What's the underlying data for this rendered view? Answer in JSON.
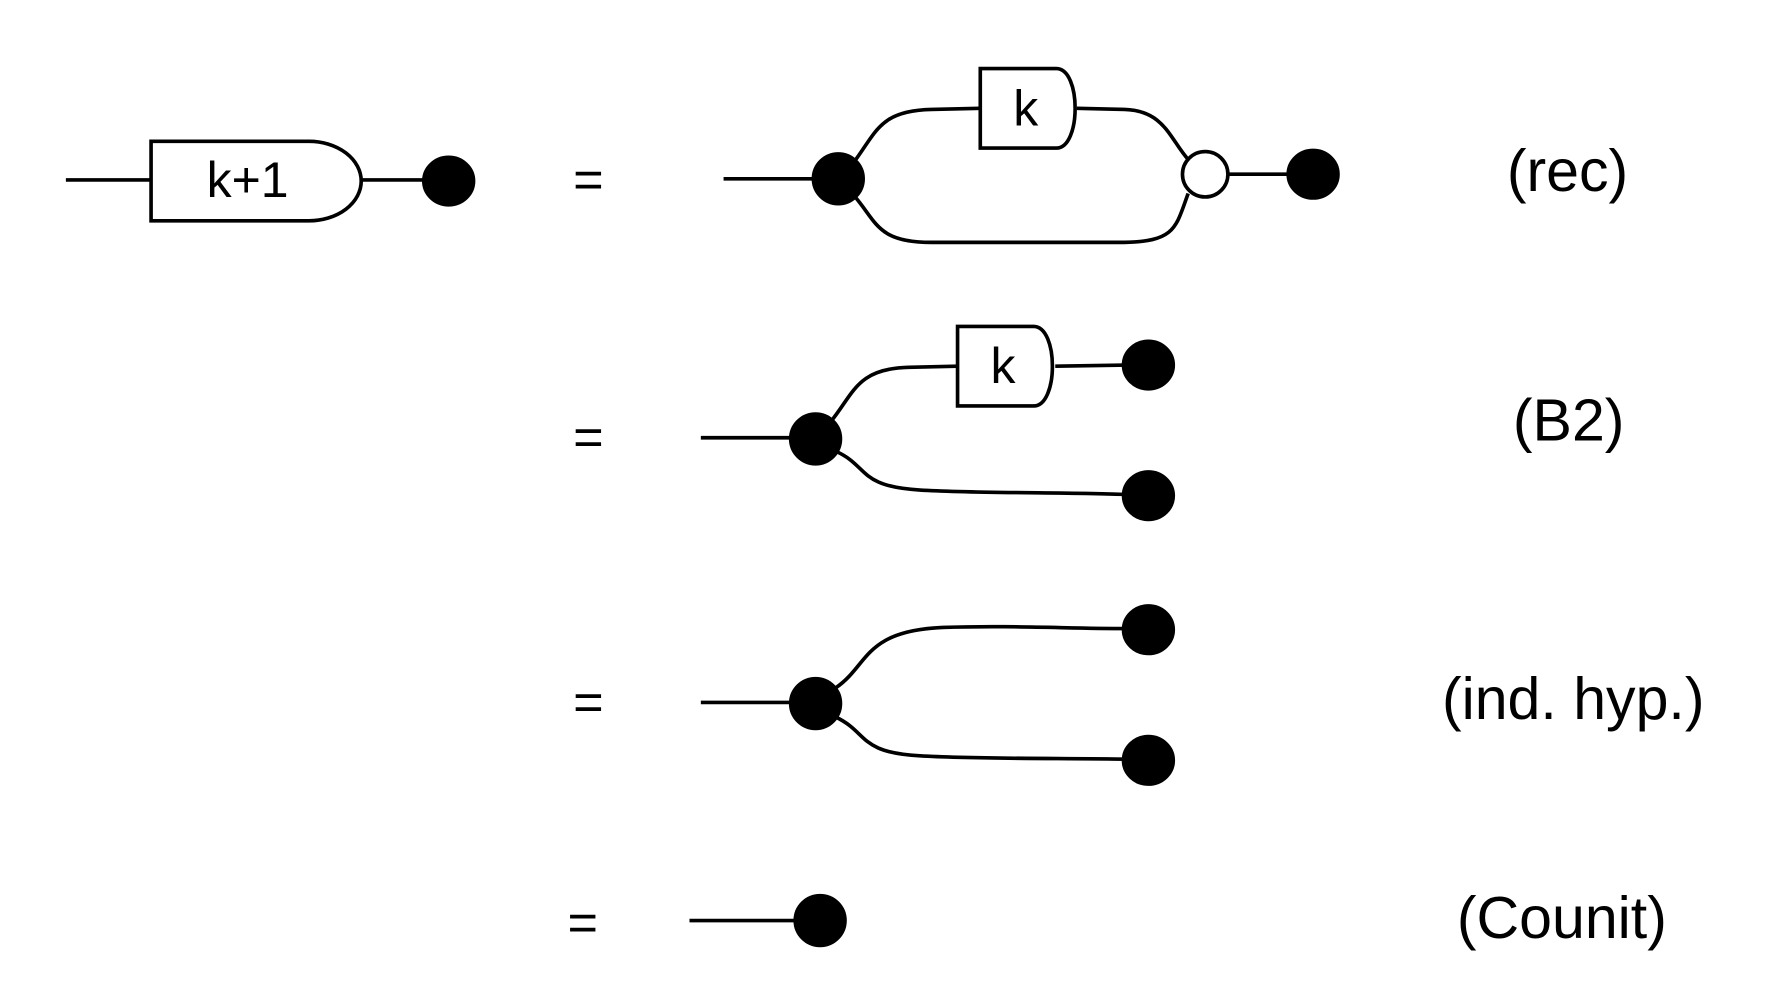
{
  "equation_rows": [
    {
      "equals": "=",
      "tag": "(rec)"
    },
    {
      "equals": "=",
      "tag": "(B2)"
    },
    {
      "equals": "=",
      "tag": "(ind. hyp.)"
    },
    {
      "equals": "=",
      "tag": "(Counit)"
    }
  ],
  "lhs_box_label": "k+1",
  "rec_box_label": "k",
  "b2_box_label": "k"
}
